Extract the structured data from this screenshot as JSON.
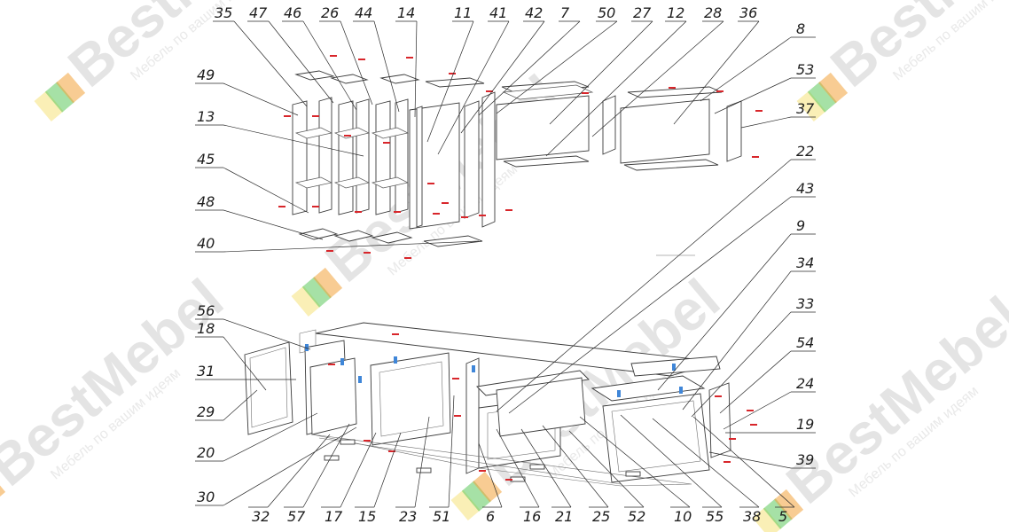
{
  "watermark": {
    "brand": "BestMebel",
    "tagline": "Мебель по вашим идеям",
    "colors": {
      "green": "#5cc85c",
      "orange": "#f2a23a",
      "yellow": "#f6e27a",
      "text": "#e2e2e2"
    }
  },
  "top_numbers": [
    "35",
    "47",
    "46",
    "26",
    "44",
    "14",
    "11",
    "41",
    "42",
    "7",
    "50",
    "27",
    "12",
    "28",
    "36"
  ],
  "left_numbers": [
    "49",
    "13",
    "45",
    "48",
    "40",
    "56",
    "18",
    "31",
    "29",
    "20",
    "30"
  ],
  "right_numbers": [
    "8",
    "53",
    "37",
    "22",
    "43",
    "9",
    "34",
    "33",
    "54",
    "24",
    "19",
    "39"
  ],
  "bottom_numbers": [
    "32",
    "57",
    "17",
    "15",
    "23",
    "51",
    "6",
    "16",
    "21",
    "25",
    "52",
    "10",
    "55",
    "38",
    "5"
  ],
  "colors": {
    "line": "#3b3b3b",
    "marker_red": "#d8262b",
    "marker_blue": "#3f86d8"
  }
}
